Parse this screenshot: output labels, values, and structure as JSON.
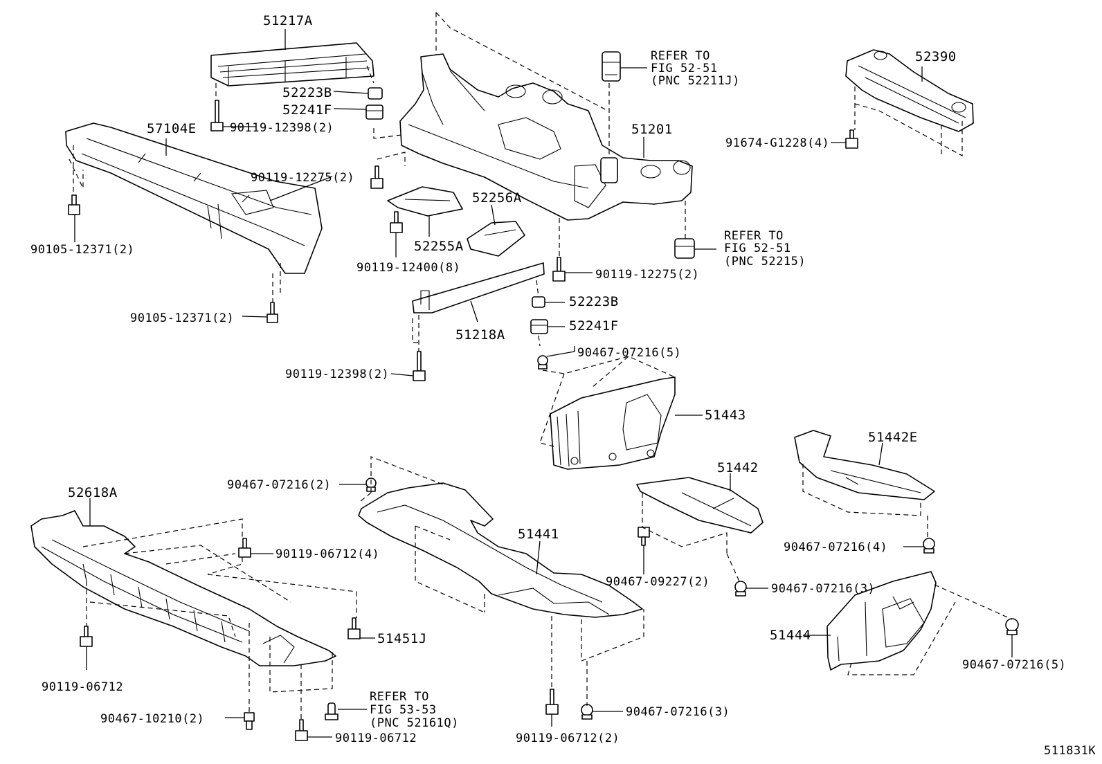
{
  "diagram_id": "511831K",
  "labels": {
    "p51217A": "51217A",
    "p52223B_top": "52223B",
    "p52241F_top": "52241F",
    "p90119_12398_top": "90119-12398(2)",
    "p57104E": "57104E",
    "p90119_12275_left": "90119-12275(2)",
    "p90105_12371_a": "90105-12371(2)",
    "p90105_12371_b": "90105-12371(2)",
    "ref_52211J": [
      "REFER TO",
      "FIG 52-51",
      "(PNC 52211J)"
    ],
    "p51201": "51201",
    "p52390": "52390",
    "p91674_G1228": "91674-G1228(4)",
    "p52256A": "52256A",
    "p52255A": "52255A",
    "p90119_12400": "90119-12400(8)",
    "ref_52215": [
      "REFER TO",
      "FIG 52-51",
      "(PNC 52215)"
    ],
    "p90119_12275_right": "90119-12275(2)",
    "p52223B_mid": "52223B",
    "p52241F_mid": "52241F",
    "p51218A": "51218A",
    "p90119_12398_bottom": "90119-12398(2)",
    "p90467_07216_5a": "90467-07216(5)",
    "p51443": "51443",
    "p51442E": "51442E",
    "p51442": "51442",
    "p90467_07216_2": "90467-07216(2)",
    "p52618A": "52618A",
    "p51441": "51441",
    "p90119_06712_4": "90119-06712(4)",
    "p90467_07216_4": "90467-07216(4)",
    "p90467_09227": "90467-09227(2)",
    "p90467_07216_3a": "90467-07216(3)",
    "p51451J": "51451J",
    "p51444": "51444",
    "p90119_06712_left": "90119-06712",
    "p90467_07216_5b": "90467-07216(5)",
    "ref_52161Q": [
      "REFER TO",
      "FIG 53-53",
      "(PNC 52161Q)"
    ],
    "p90467_10210": "90467-10210(2)",
    "p90467_07216_3b": "90467-07216(3)",
    "p90119_06712_bottom": "90119-06712",
    "p90119_06712_2": "90119-06712(2)"
  }
}
